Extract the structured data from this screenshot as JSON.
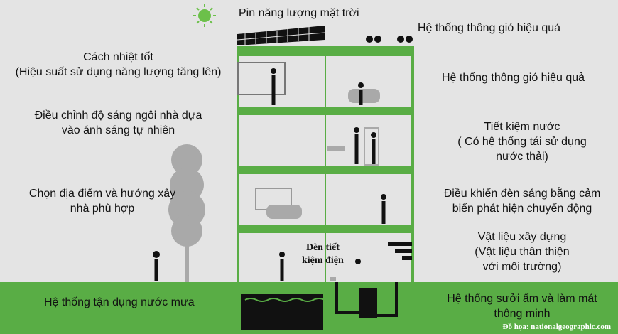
{
  "labels": {
    "solar": "Pin năng lượng mặt trời",
    "ventilation_top": "Hệ thống thông gió hiệu quả",
    "insulation_1": "Cách nhiệt tốt",
    "insulation_2": "(Hiệu suất sử dụng năng lượng tăng lên)",
    "ventilation": "Hệ thống thông gió hiệu quả",
    "daylight_1": "Điều chỉnh độ sáng ngôi nhà dựa",
    "daylight_2": "vào ánh sáng tự nhiên",
    "water_1": "Tiết kiệm nước",
    "water_2": "( Có hệ thống tái sử dụng",
    "water_3": "nước thải)",
    "site_1": "Chọn địa điểm và hướng xây",
    "site_2": "nhà phù hợp",
    "motion_1": "Điều khiển đèn sáng bằng cảm",
    "motion_2": "biến phát hiện chuyển động",
    "materials_1": "Vật liệu xây dựng",
    "materials_2": "(Vật liệu thân thiện",
    "materials_3": "với môi trường)",
    "lamp_1": "Đèn tiết",
    "lamp_2": "kiệm điện",
    "rain": "Hệ thống tận dụng nước mưa",
    "hvac_1": "Hệ thống sưởi ấm và làm mát",
    "hvac_2": "thông minh"
  },
  "credit": "Đồ họa: nationalgeographic.com",
  "colors": {
    "green": "#59ad45",
    "background": "#e4e4e4"
  }
}
